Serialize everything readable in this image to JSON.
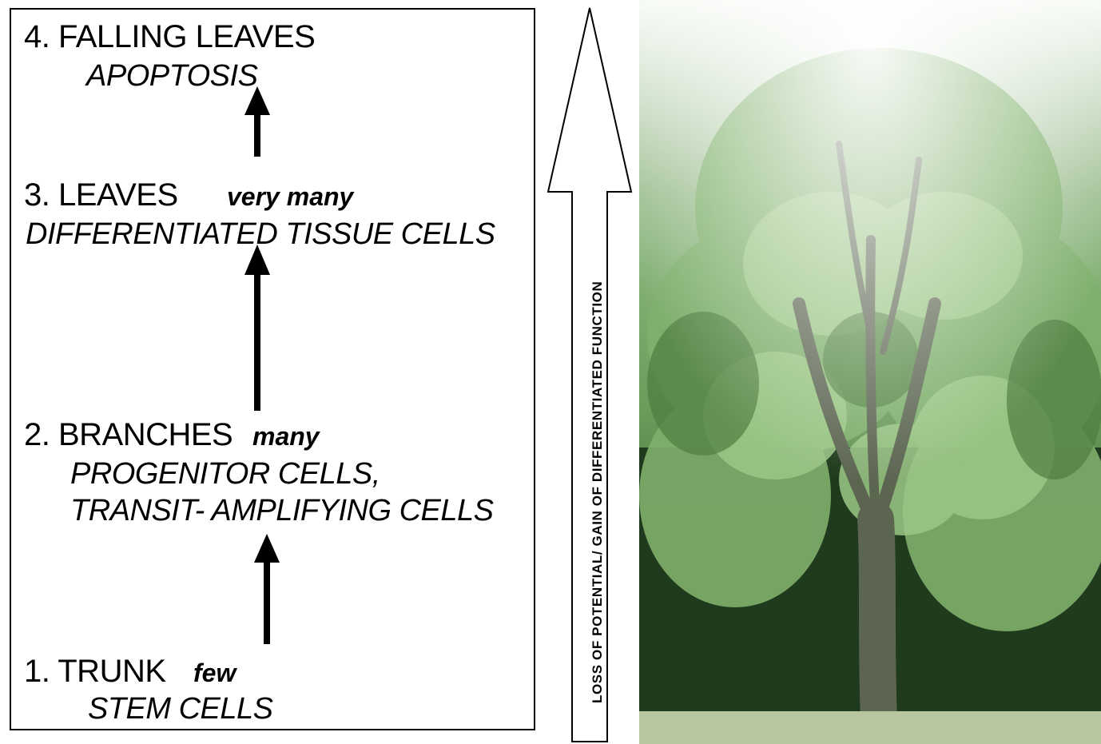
{
  "levels": [
    {
      "number_title": "4. FALLING LEAVES",
      "quantity": "",
      "cells": "APOPTOSIS"
    },
    {
      "number_title": "3. LEAVES",
      "quantity": "very many",
      "cells": "DIFFERENTIATED TISSUE CELLS"
    },
    {
      "number_title": "2. BRANCHES",
      "quantity": "many",
      "cells_line1": "PROGENITOR CELLS,",
      "cells_line2": "TRANSIT- AMPLIFYING CELLS"
    },
    {
      "number_title": "1. TRUNK",
      "quantity": "few",
      "cells": "STEM CELLS"
    }
  ],
  "axis_label": "LOSS OF POTENTIAL/ GAIN OF DIFFERENTIATED FUNCTION",
  "colors": {
    "text": "#000000",
    "foliage": "#6a9c5a",
    "sky": "#f7faf6"
  },
  "image": {
    "subject": "tree-photo"
  }
}
